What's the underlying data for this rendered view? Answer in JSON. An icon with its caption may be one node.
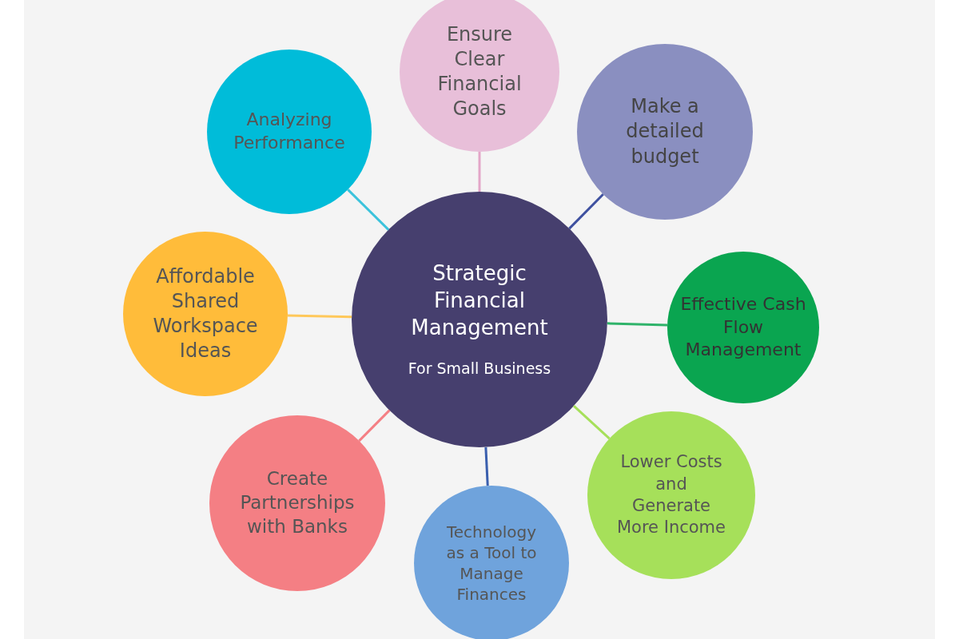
{
  "diagram": {
    "nodes": [
      {
        "text": [
          "Strategic Financial Management",
          "For Small Business"
        ]
      },
      {
        "text": [
          "Ensure Clear Financial Goals"
        ]
      },
      {
        "text": [
          "Make a detailed budget"
        ]
      },
      {
        "text": [
          "Effective Cash Flow Management"
        ]
      },
      {
        "text": [
          "Lower Costs and Generate More Income"
        ]
      },
      {
        "text": [
          "Technology as a Tool to Manage Finances"
        ]
      },
      {
        "text": [
          "Create Partnerships with Banks"
        ]
      },
      {
        "text": [
          "Affordable Shared Workspace Ideas"
        ]
      },
      {
        "text": [
          "Analyzing Performance"
        ]
      }
    ],
    "edges": [
      {
        "from": 0,
        "to": 1,
        "arrow": "none",
        "color": "#e3a6c8"
      },
      {
        "from": 0,
        "to": 2,
        "arrow": "none",
        "color": "#3f51a0"
      },
      {
        "from": 0,
        "to": 3,
        "arrow": "none",
        "color": "#2fb36a"
      },
      {
        "from": 0,
        "to": 4,
        "arrow": "none",
        "color": "#a6e05a"
      },
      {
        "from": 0,
        "to": 5,
        "arrow": "none",
        "color": "#3a5fae"
      },
      {
        "from": 0,
        "to": 6,
        "arrow": "none",
        "color": "#f47f84"
      },
      {
        "from": 0,
        "to": 7,
        "arrow": "none",
        "color": "#ffc85a"
      },
      {
        "from": 0,
        "to": 8,
        "arrow": "none",
        "color": "#3cc3dc"
      }
    ]
  }
}
